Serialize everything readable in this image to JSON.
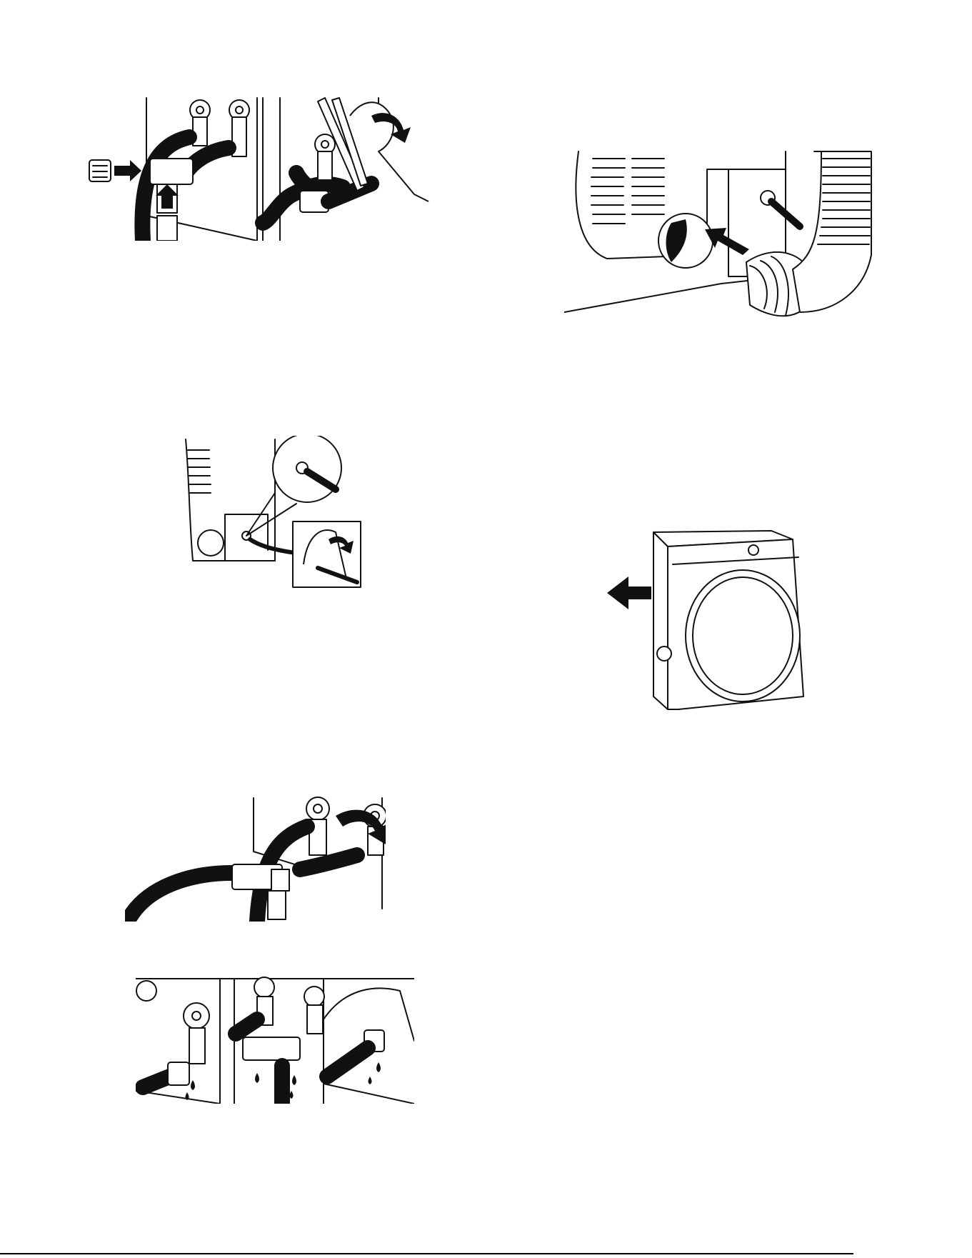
{
  "page": {
    "figures": [
      {
        "id": "fig-y-connector-install",
        "kind": "line-illustration"
      },
      {
        "id": "fig-dryer-rear-hose-connect",
        "kind": "line-illustration"
      },
      {
        "id": "fig-y-connector-to-faucet",
        "kind": "line-illustration"
      },
      {
        "id": "fig-leak-check",
        "kind": "line-illustration"
      },
      {
        "id": "fig-vent-duct-connect",
        "kind": "line-illustration"
      },
      {
        "id": "fig-dryer-move-into-place",
        "kind": "line-illustration"
      }
    ],
    "colors": {
      "ink": "#111111",
      "paper": "#ffffff"
    },
    "icons": [
      "arrow-icon",
      "faucet-handle-icon",
      "water-drop-icon",
      "pliers-icon"
    ]
  }
}
